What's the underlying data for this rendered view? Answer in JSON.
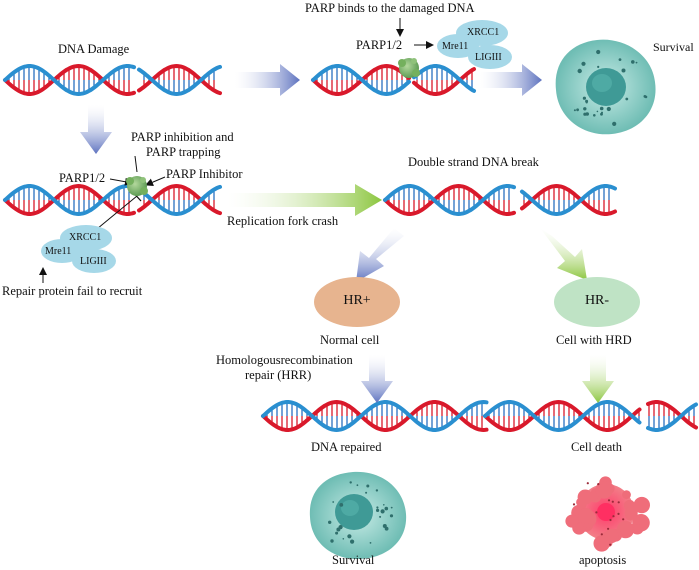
{
  "labels": {
    "parp_binds": "PARP binds to the damaged DNA",
    "dna_damage": "DNA Damage",
    "parp12_top": "PARP1/2",
    "xrcc1_top": "XRCC1",
    "mre11_top": "Mre11",
    "ligiii_top": "LIGIII",
    "survival_top": "Survival",
    "parp_inhibition_1": "PARP inhibition and",
    "parp_inhibition_2": "PARP trapping",
    "parp12_mid": "PARP1/2",
    "parp_inhibitor": "PARP Inhibitor",
    "xrcc1_mid": "XRCC1",
    "mre11_mid": "Mre11",
    "ligiii_mid": "LIGIII",
    "repair_fail": "Repair protein fail to recruit",
    "double_strand": "Double strand DNA break",
    "replication_fork": "Replication fork crash",
    "hr_plus": "HR+",
    "hr_minus": "HR-",
    "normal_cell": "Normal cell",
    "cell_with_hrd": "Cell with HRD",
    "hrr_1": "Homologousrecombination",
    "hrr_2": "repair (HRR)",
    "dna_repaired": "DNA repaired",
    "cell_death": "Cell death",
    "survival_bottom": "Survival",
    "apoptosis": "apoptosis"
  },
  "colors": {
    "strand_red": "#d9192b",
    "strand_blue": "#2a8fd0",
    "rung_red": "#d9192b",
    "rung_blue": "#2a6fc0",
    "arrow_blue": "#5d72bf",
    "arrow_green": "#8cc63f",
    "protein": "#a6d8e8",
    "parp_blob": "#7fb36a",
    "hr_plus": "#e7b48f",
    "hr_minus": "#bfe3c5",
    "cell_body": "#8ccfc7",
    "cell_nucleus": "#3f9a96",
    "apoptosis": "#ef6d7a"
  }
}
